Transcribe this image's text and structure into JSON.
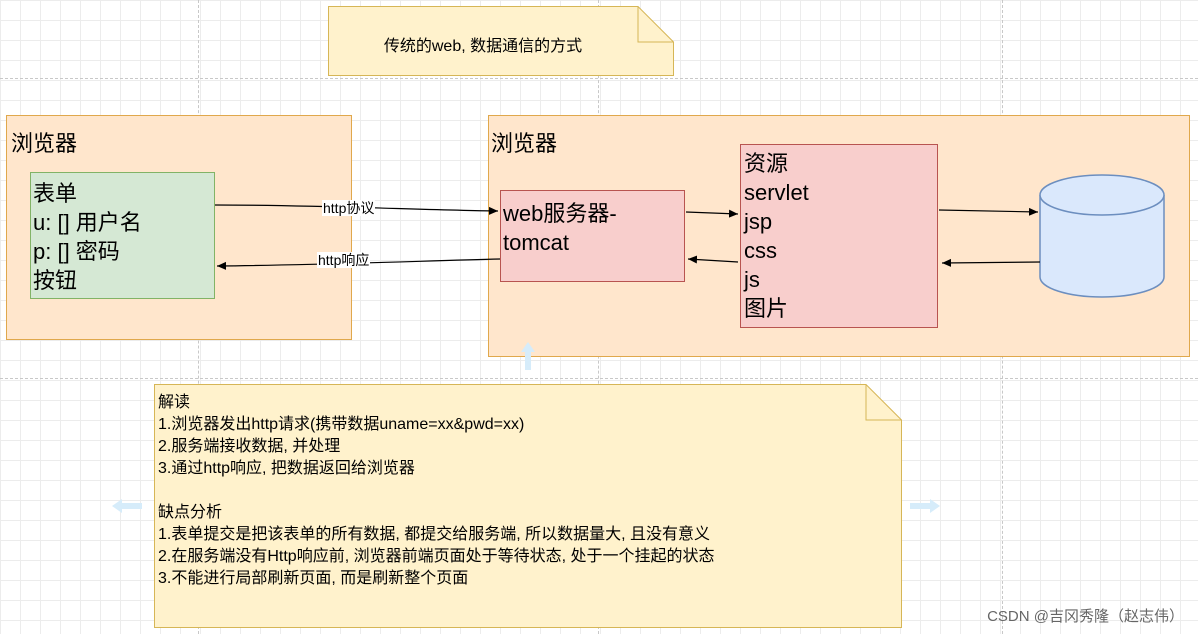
{
  "top_note": {
    "text": "传统的web, 数据通信的方式"
  },
  "client": {
    "title": "浏览器",
    "form": {
      "lines": [
        "表单",
        "u: [] 用户名",
        "p: [] 密码",
        "按钮"
      ]
    }
  },
  "server": {
    "title": "浏览器",
    "web_server": {
      "lines": [
        "web服务器-",
        "tomcat"
      ]
    },
    "resources": {
      "lines": [
        "资源",
        "servlet",
        "jsp",
        "css",
        "js",
        "图片"
      ]
    },
    "database": {
      "shape": "cylinder"
    }
  },
  "arrows": {
    "request_label": "http协议",
    "response_label": "http响应"
  },
  "explanation_note": {
    "lines": [
      "解读",
      "1.浏览器发出http请求(携带数据uname=xx&pwd=xx)",
      "2.服务端接收数据, 并处理",
      "3.通过http响应, 把数据返回给浏览器",
      "",
      "缺点分析",
      "1.表单提交是把该表单的所有数据, 都提交给服务端, 所以数据量大, 且没有意义",
      "2.在服务端没有Http响应前, 浏览器前端页面处于等待状态, 处于一个挂起的状态",
      "3.不能进行局部刷新页面, 而是刷新整个页面"
    ]
  },
  "watermark": "CSDN @吉冈秀隆（赵志伟）",
  "colors": {
    "container_fill": "#ffe6cc",
    "form_fill": "#d5e8d4",
    "server_fill": "#f8cecc",
    "database_fill": "#dae8fc",
    "note_fill": "#fff2cc"
  }
}
